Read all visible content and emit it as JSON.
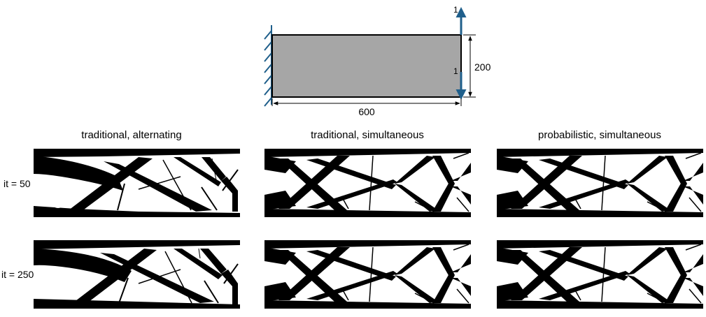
{
  "problem": {
    "width_label": "600",
    "height_label": "200",
    "load_top_label": "1",
    "load_bottom_label": "1",
    "beam_fill": "#a6a6a6",
    "arrow_color": "#1f5f8b"
  },
  "columns": [
    {
      "title": "traditional, alternating"
    },
    {
      "title": "traditional, simultaneous"
    },
    {
      "title": "probabilistic, simultaneous"
    }
  ],
  "rows": [
    {
      "label": "it = 50"
    },
    {
      "label": "it = 250"
    }
  ]
}
